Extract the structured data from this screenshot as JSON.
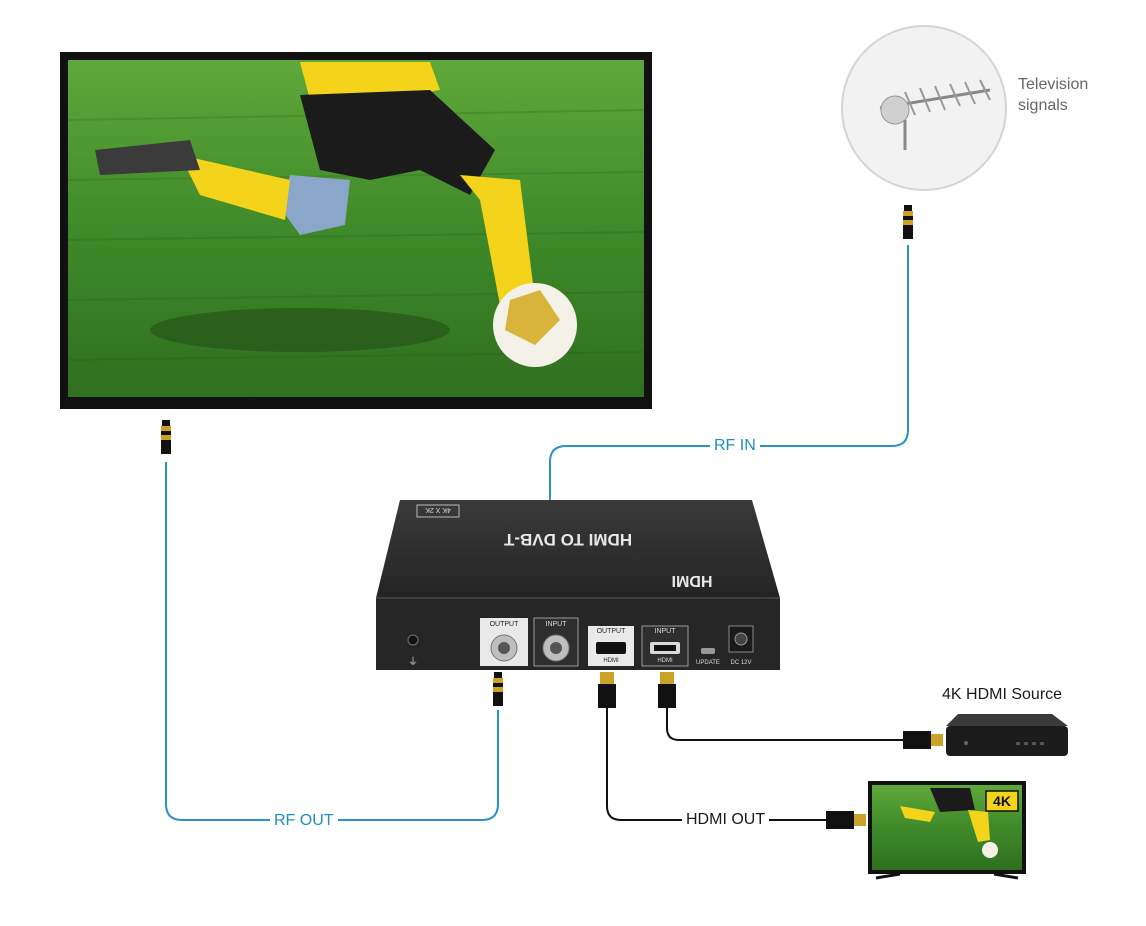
{
  "labels": {
    "tv_signals": "Television\nsignals",
    "rf_in": "RF IN",
    "rf_out": "RF OUT",
    "hdmi_out": "HDMI OUT",
    "hdmi_source": "4K HDMI Source"
  },
  "device": {
    "title": "HDMI TO DVB-T",
    "badge": "4K X 2K",
    "brand": "HDMI",
    "ports": {
      "rf_output": "OUTPUT",
      "rf_input": "INPUT",
      "hdmi_output": "OUTPUT",
      "hdmi_input": "INPUT",
      "hdmi_output_sub": "HDMI",
      "hdmi_input_sub": "HDMI",
      "update": "UPDATE",
      "dc": "DC 12V"
    }
  },
  "small_tv": {
    "badge": "4K"
  },
  "colors": {
    "rf_cable": "#2a93c5",
    "hdmi_cable": "#111111",
    "device_body": "#2b2b2b",
    "grass": "#3f8a2a"
  },
  "icons": [
    "antenna-icon",
    "coax-connector-icon",
    "hdmi-connector-icon",
    "set-top-box-icon",
    "tv-icon"
  ]
}
